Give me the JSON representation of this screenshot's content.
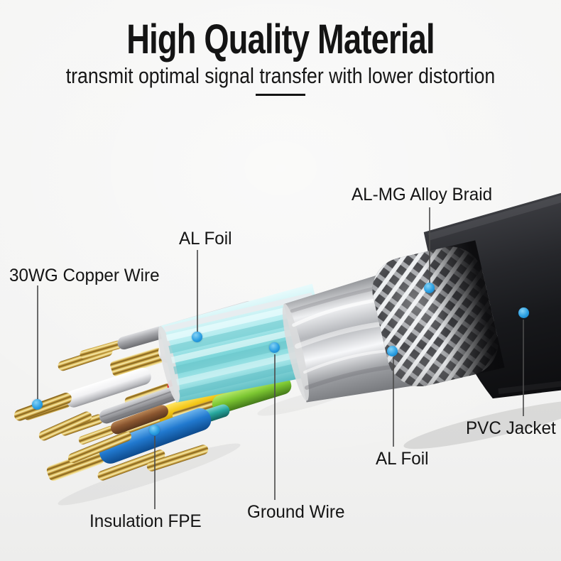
{
  "header": {
    "title": "High Quality Material",
    "subtitle": "transmit optimal signal transfer with lower distortion"
  },
  "annotations": [
    {
      "id": "al-mg-alloy-braid",
      "label": "AL-MG Alloy Braid"
    },
    {
      "id": "al-foil-top",
      "label": "AL Foil"
    },
    {
      "id": "copper-wire",
      "label": "30WG Copper Wire"
    },
    {
      "id": "pvc-jacket",
      "label": "PVC Jacket"
    },
    {
      "id": "al-foil-bottom",
      "label": "AL Foil"
    },
    {
      "id": "ground-wire",
      "label": "Ground Wire"
    },
    {
      "id": "insulation-fpe",
      "label": "Insulation FPE"
    }
  ],
  "colors": {
    "background": "#f5f5f4",
    "text": "#141414",
    "accent_dot": "#2b9fe2",
    "leader_line": "#4c4c4c",
    "pvc_jacket": "#1a1b1e",
    "alloy_braid_strip": "#edeff1",
    "al_foil": "#d4d6d9",
    "inner_foil_cyan": "#8edde1",
    "copper_strand": "#e7c768",
    "wire_white": "#f2f2f4",
    "wire_gray": "#a3a4a8",
    "wire_black": "#2e2f33",
    "wire_red": "#e32127",
    "wire_yellow": "#f2c513",
    "wire_green": "#7cc732",
    "wire_blue": "#2179cf",
    "wire_brown": "#8a5630",
    "wire_teal": "#27a79e"
  }
}
